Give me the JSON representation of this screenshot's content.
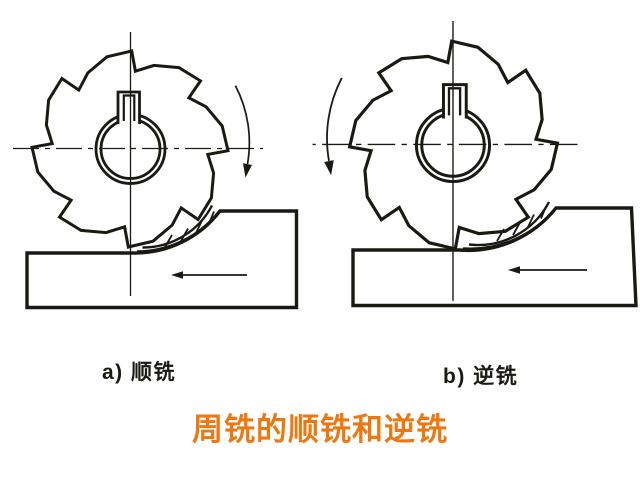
{
  "colors": {
    "ink": "#1a1912",
    "title_orange": "#ED7812",
    "background": "#ffffff"
  },
  "panels": [
    {
      "id": "a",
      "caption": "a) 顺铣"
    },
    {
      "id": "b",
      "caption": "b) 逆铣"
    }
  ],
  "title": "周铣的顺铣和逆铣"
}
